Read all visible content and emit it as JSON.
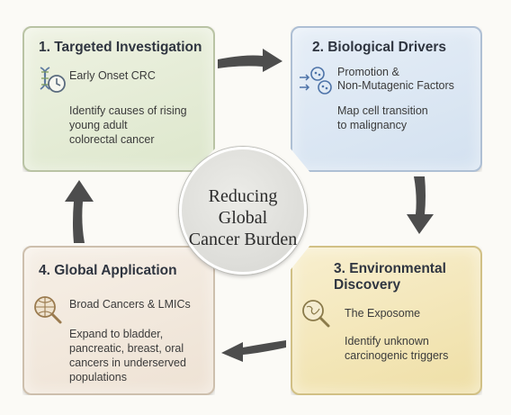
{
  "center": {
    "line1": "Reducing Global",
    "line2": "Cancer Burden"
  },
  "steps": [
    {
      "title": "1. Targeted Investigation",
      "subtitle": "Early Onset CRC",
      "description": [
        "Identify causes of rising",
        "young adult",
        "colorectal cancer"
      ],
      "icon": "dna-clock-icon",
      "color": "#dde7cc"
    },
    {
      "title": "2. Biological Drivers",
      "subtitle": [
        "Promotion &",
        "Non-Mutagenic Factors"
      ],
      "description": [
        "Map cell transition",
        "to malignancy"
      ],
      "icon": "cells-icon",
      "color": "#d3e1f0"
    },
    {
      "title": [
        "3. Environmental",
        "Discovery"
      ],
      "subtitle": "The Exposome",
      "description": [
        "Identify unknown",
        "carcinogenic triggers"
      ],
      "icon": "globe-magnifier-icon",
      "color": "#efdfa6"
    },
    {
      "title": "4. Global Application",
      "subtitle": "Broad Cancers & LMICs",
      "description": [
        "Expand to bladder,",
        "pancreatic, breast, oral",
        "cancers in underserved",
        "populations"
      ],
      "icon": "map-magnifier-icon",
      "color": "#eee2d4"
    }
  ],
  "arrow_color": "#4d4d4d"
}
